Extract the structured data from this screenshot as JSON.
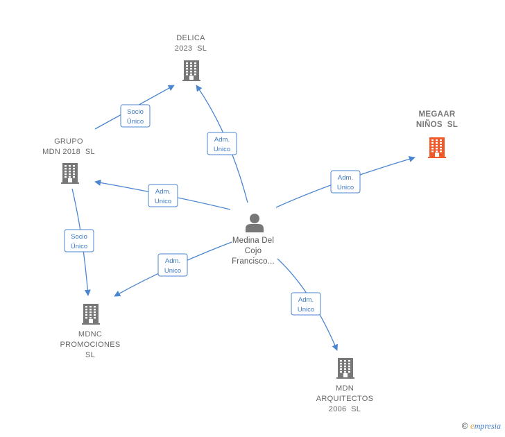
{
  "nodes": {
    "delica": {
      "label": "DELICA\n2023  SL",
      "icon": "building-icon"
    },
    "grupo": {
      "label": "GRUPO\nMDN 2018  SL",
      "icon": "building-icon"
    },
    "megaar": {
      "label": "MEGAAR\nNIÑOS  SL",
      "icon": "building-icon",
      "color": "#f05a2b"
    },
    "person": {
      "label": "Medina Del\nCojo\nFrancisco...",
      "icon": "person-icon"
    },
    "mdnc": {
      "label": "MDNC\nPROMOCIONES\nSL",
      "icon": "building-icon"
    },
    "arquitectos": {
      "label": "MDN\nARQUITECTOS\n2006  SL",
      "icon": "building-icon"
    }
  },
  "edges": [
    {
      "from": "grupo",
      "to": "delica",
      "label": [
        "Socio",
        "Único"
      ]
    },
    {
      "from": "person",
      "to": "delica",
      "label": [
        "Adm.",
        "Unico"
      ]
    },
    {
      "from": "person",
      "to": "megaar",
      "label": [
        "Adm.",
        "Unico"
      ]
    },
    {
      "from": "person",
      "to": "grupo",
      "label": [
        "Adm.",
        "Unico"
      ]
    },
    {
      "from": "grupo",
      "to": "mdnc",
      "label": [
        "Socio",
        "Único"
      ]
    },
    {
      "from": "person",
      "to": "mdnc",
      "label": [
        "Adm.",
        "Unico"
      ]
    },
    {
      "from": "person",
      "to": "arquitectos",
      "label": [
        "Adm.",
        "Unico"
      ]
    }
  ],
  "colors": {
    "edge": "#4a86d0",
    "building": "#777777",
    "highlight": "#f05a2b",
    "person": "#777777"
  },
  "footer": {
    "copyright": "©",
    "brand_initial": "e",
    "brand_rest": "mpresia"
  }
}
